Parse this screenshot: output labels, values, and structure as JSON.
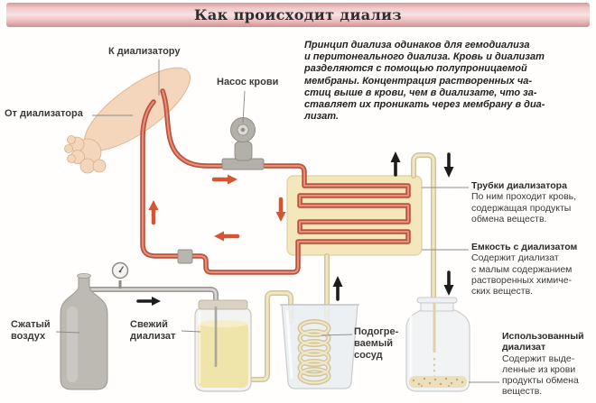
{
  "title": "Как происходит диализ",
  "intro": "Принцип диализа одинаков для гемодиализа\nи перитонеального диализа. Кровь и диализат\nразделяются с помощью полупроницаемой\nмембраны. Концентрация растворенных ча-\nстиц выше в крови, чем в диализате, что за-\nставляет их проникать через мембрану в диа-\nлизат.",
  "labels": {
    "to_dialyzer": "К диализатору",
    "from_dialyzer": "От диализатора",
    "blood_pump": "Насос крови",
    "compressed_air": "Сжатый\nвоздух",
    "fresh_dialysate": "Свежий\nдиализат",
    "heated_vessel": "Подогре-\nваемый\nсосуд"
  },
  "callouts": {
    "dialyzer_tubes": {
      "title": "Трубки диализатора",
      "body": "По ним проходит кровь,\nсодержащая продукты\nобмена веществ."
    },
    "dialysate_container": {
      "title": "Емкость с диализатом",
      "body": "Содержит диализат\nс малым содержанием\nрастворенных химиче-\nских веществ."
    },
    "used_dialysate": {
      "title": "Использованный\nдиализат",
      "body": "Содержит выде-\nленные из крови\nпродукты обмена\nвеществ."
    }
  },
  "colors": {
    "banner_pink": "#eec0c0",
    "blood_tube_red": "#c0503c",
    "blood_arrow_red": "#d4552f",
    "dialysate_tube_beige": "#d6c89e",
    "dialyzer_body": "#f4e7bc",
    "arrow_black": "#1c1c1c",
    "fresh_dialysate_yellow": "#efe4a9"
  }
}
